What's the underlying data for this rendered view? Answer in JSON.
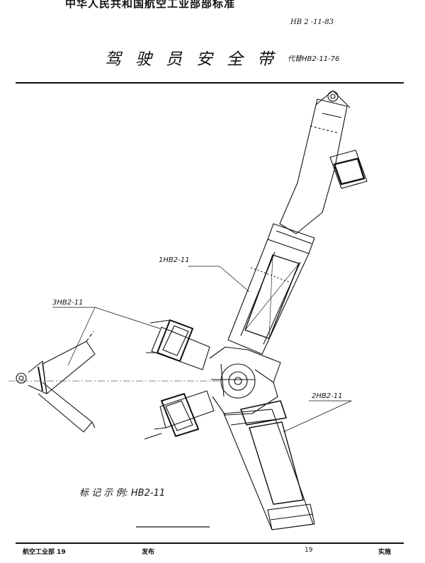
{
  "header": {
    "organization": "中华人民共和国航空工业部部标准",
    "standard_number": "HB 2 -11-83",
    "title": "驾驶员安全带",
    "replaces": "代替HB2-11-76"
  },
  "drawing": {
    "callouts": {
      "part1": "1HB2-11",
      "part2": "2HB2-11",
      "part3": "3HB2-11"
    },
    "marking_example": "标 记 示 例: HB2-11"
  },
  "footer": {
    "issuer": "航空工业部 19",
    "issued": "发布",
    "page": "19",
    "effective": "实施"
  }
}
